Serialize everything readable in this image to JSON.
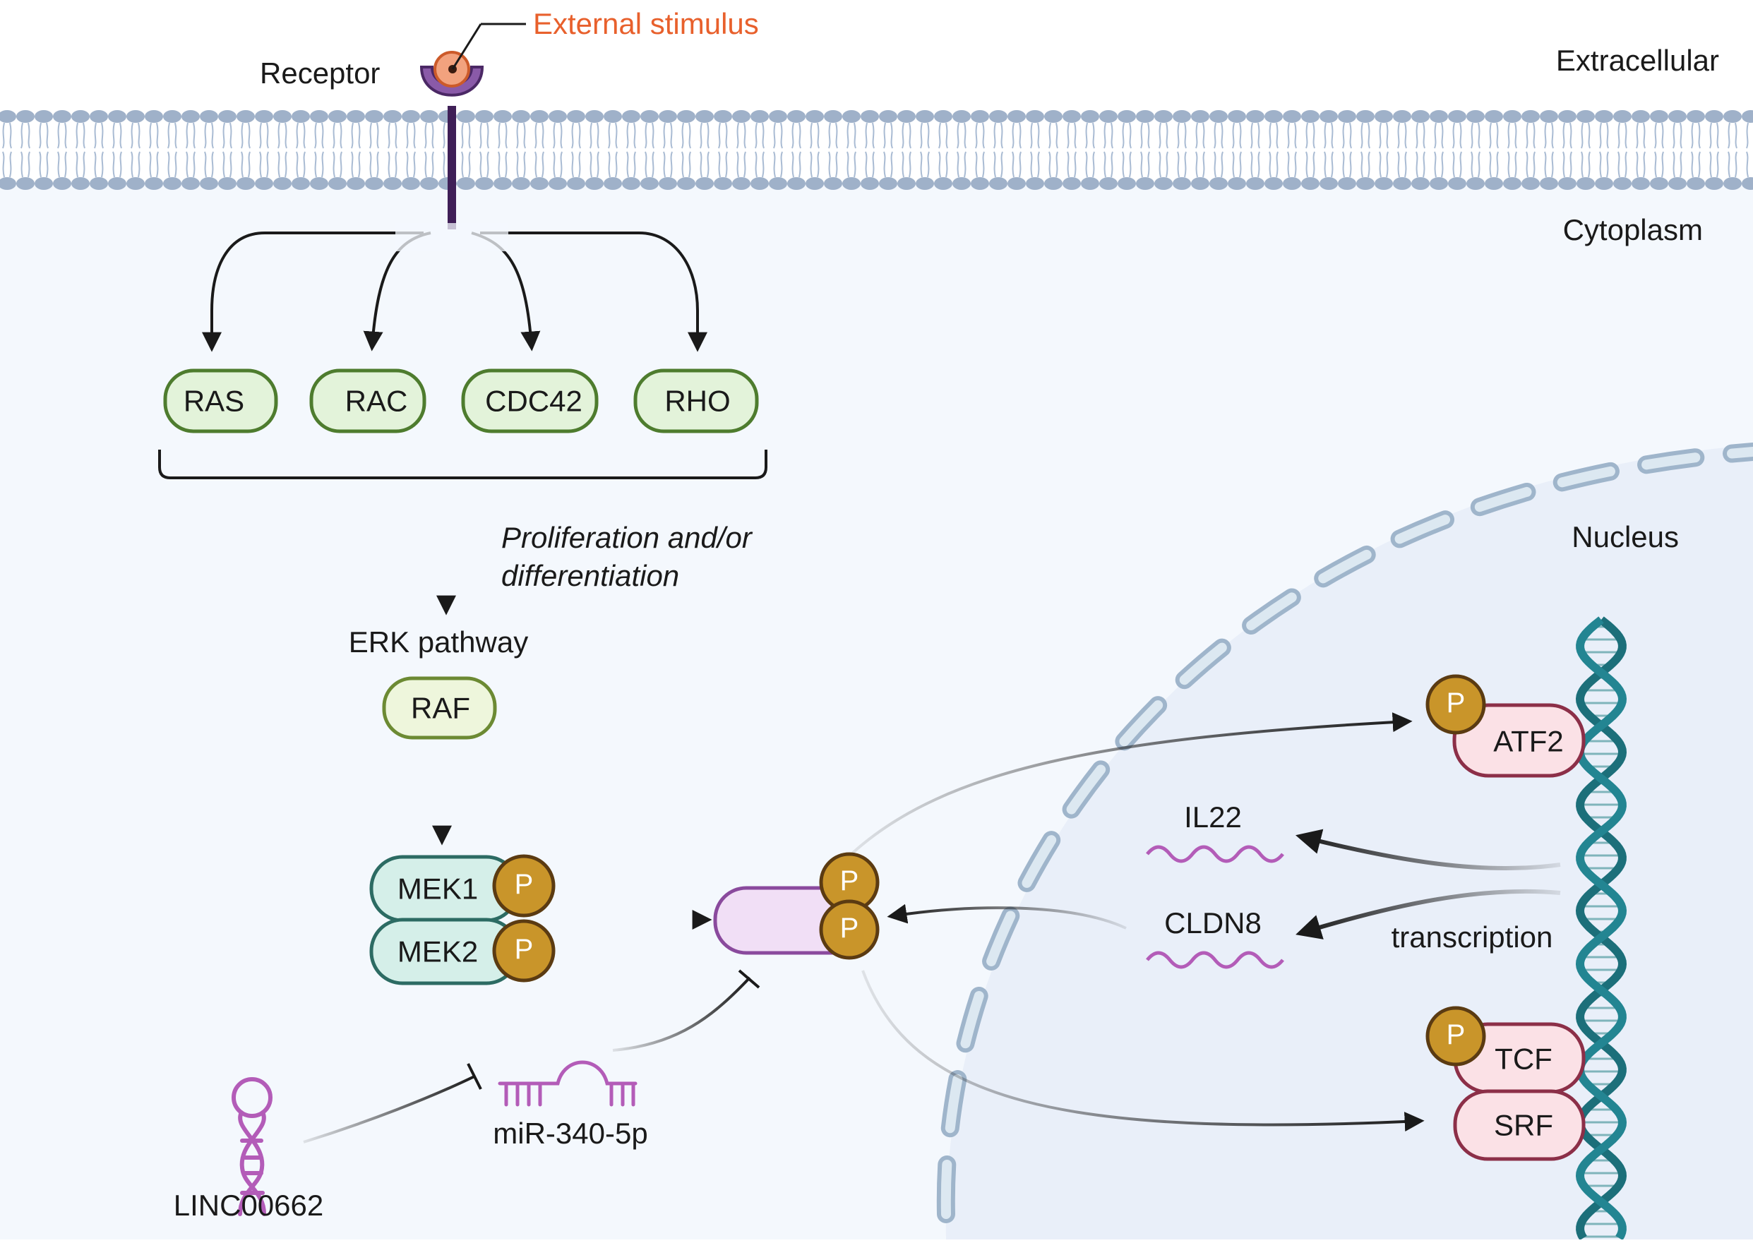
{
  "regions": {
    "extracellular": "Extracellular",
    "cytoplasm": "Cytoplasm",
    "nucleus": "Nucleus"
  },
  "membrane": {
    "receptor": "Receptor",
    "stimulus": "External stimulus"
  },
  "gtpases": [
    "RAS",
    "RAC",
    "CDC42",
    "RHO"
  ],
  "outcome": {
    "line1": "Proliferation and/or",
    "line2": "differentiation"
  },
  "erk": {
    "pathway_title": "ERK pathway",
    "raf": "RAF",
    "mek1": "MEK1",
    "mek2": "MEK2",
    "phospho": "P"
  },
  "regulators": {
    "lncrna": "LINC00662",
    "mirna": "miR-340-5p"
  },
  "nuclear": {
    "atf2": "ATF2",
    "tcf": "TCF",
    "srf": "SRF",
    "il22": "IL22",
    "cldn8": "CLDN8",
    "transcription": "transcription"
  },
  "colors": {
    "stimulus_text": "#e8602c",
    "gtpase_fill": "#e3f3da",
    "gtpase_stroke": "#4e7c2e",
    "raf_fill": "#eef6dc",
    "raf_stroke": "#6c8a33",
    "mek_fill": "#d5efe9",
    "mek_stroke": "#2c6b63",
    "erk_fill": "#f1dff6",
    "erk_stroke": "#8a4a9d",
    "phospho_fill": "#c9952a",
    "phospho_stroke": "#5b3b12",
    "tf_fill": "#fbe1e6",
    "tf_stroke": "#8c2f48",
    "mrna": "#b35cb8",
    "dna": "#1c6f7a",
    "membrane": "#9fb1c9",
    "cytoplasm": "#f4f8fd",
    "nucleus": "#e9eff9"
  }
}
